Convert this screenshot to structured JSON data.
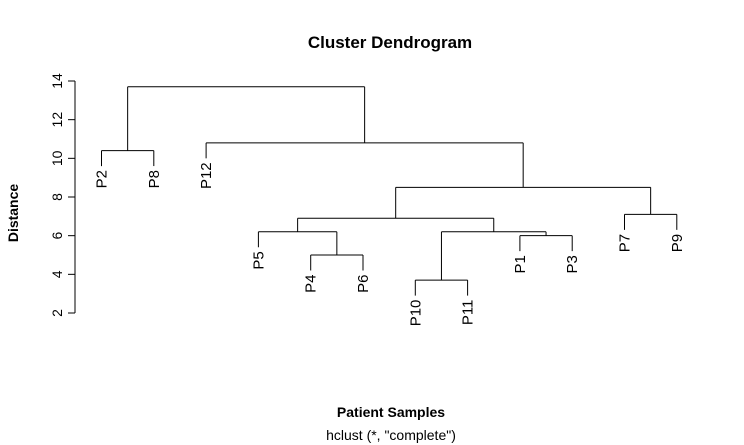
{
  "chart_data": {
    "type": "dendrogram",
    "title": "Cluster Dendrogram",
    "xlabel": "Patient Samples",
    "ylabel": "Distance",
    "subtitle": "hclust (*, \"complete\")",
    "ylim": [
      2,
      14
    ],
    "yticks": [
      2,
      4,
      6,
      8,
      10,
      12,
      14
    ],
    "leaves": [
      "P2",
      "P8",
      "P12",
      "P5",
      "P4",
      "P6",
      "P10",
      "P11",
      "P1",
      "P3",
      "P7",
      "P9"
    ],
    "merges": [
      {
        "a": "P2",
        "b": "P8",
        "height": 10.4
      },
      {
        "a": "P4",
        "b": "P6",
        "height": 5.0
      },
      {
        "a": "P5",
        "b": "(P4,P6)",
        "height": 6.2
      },
      {
        "a": "P10",
        "b": "P11",
        "height": 3.7
      },
      {
        "a": "P1",
        "b": "P3",
        "height": 6.0
      },
      {
        "a": "(P10,P11)",
        "b": "(P1,P3)",
        "height": 6.2
      },
      {
        "a": "(P5,P4,P6)",
        "b": "(P10,P11,P1,P3)",
        "height": 6.9
      },
      {
        "a": "P7",
        "b": "P9",
        "height": 7.1
      },
      {
        "a": "(P5,...,P3)",
        "b": "(P7,P9)",
        "height": 8.5
      },
      {
        "a": "P12",
        "b": "(P5,...,P9)",
        "height": 10.8
      },
      {
        "a": "(P2,P8)",
        "b": "(P12,...,P9)",
        "height": 13.7
      }
    ]
  }
}
